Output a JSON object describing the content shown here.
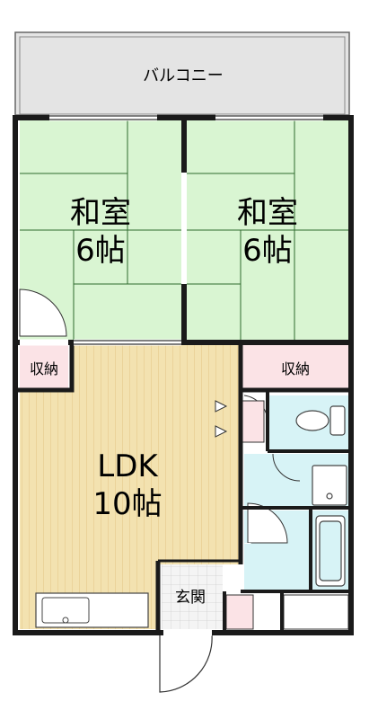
{
  "floorplan": {
    "balcony": {
      "label": "バルコニー"
    },
    "washitsu_left": {
      "name": "和室",
      "size": "6帖"
    },
    "washitsu_right": {
      "name": "和室",
      "size": "6帖"
    },
    "storage_left": {
      "label": "収納"
    },
    "storage_right": {
      "label": "収納"
    },
    "ldk": {
      "name": "LDK",
      "size": "10帖"
    },
    "entrance": {
      "label": "玄関"
    }
  },
  "colors": {
    "tatami": "#d9f5d2",
    "tatami_line": "#2f6b2f",
    "ldk_floor": "#f3e2b0",
    "ldk_stripe": "#e6c98b",
    "wet_area": "#d7f3f6",
    "storage": "#fbe3e6",
    "balcony": "#e4e4e4",
    "wall": "#1a1a1a",
    "entrance_floor": "#f2f2f2"
  }
}
